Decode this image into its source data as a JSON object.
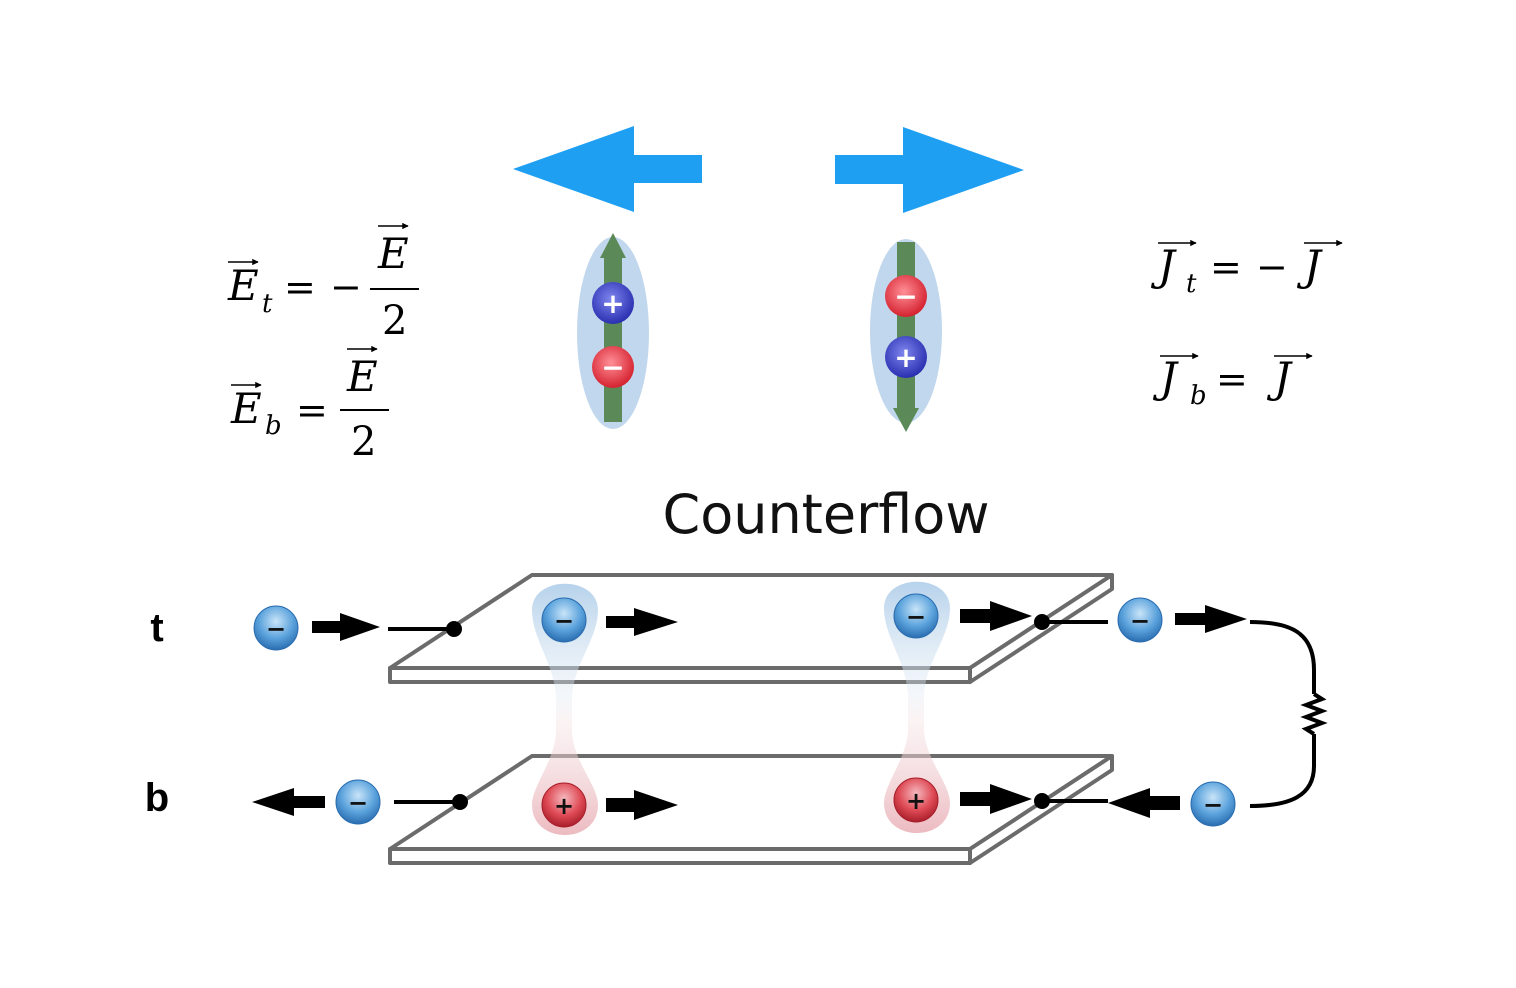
{
  "title": "Counterflow",
  "layers": {
    "top_label": "t",
    "bottom_label": "b"
  },
  "equations": {
    "e_top": {
      "lhs_symbol": "E",
      "lhs_sub": "t",
      "equals": "=",
      "minus": "−",
      "numerator": "E",
      "denominator": "2"
    },
    "e_bottom": {
      "lhs_symbol": "E",
      "lhs_sub": "b",
      "equals": "=",
      "numerator": "E",
      "denominator": "2"
    },
    "j_top": {
      "lhs_symbol": "J",
      "lhs_sub": "t",
      "equals": "=",
      "minus": "−",
      "rhs_symbol": "J"
    },
    "j_bottom": {
      "lhs_symbol": "J",
      "lhs_sub": "b",
      "equals": "=",
      "rhs_symbol": "J"
    }
  },
  "charges": {
    "plus": "+",
    "minus": "−"
  },
  "colors": {
    "arrow_blue": "#1e9ff2",
    "dipole_glow": "#b6d0ea",
    "dipole_axis_green": "#5b8a58",
    "positive_charge": "#3a3fc4",
    "negative_charge": "#e23a44",
    "electron": "#3f8fd0",
    "hole": "#d8323e",
    "plate_edge": "#6b6b6b",
    "wire": "#000000"
  }
}
